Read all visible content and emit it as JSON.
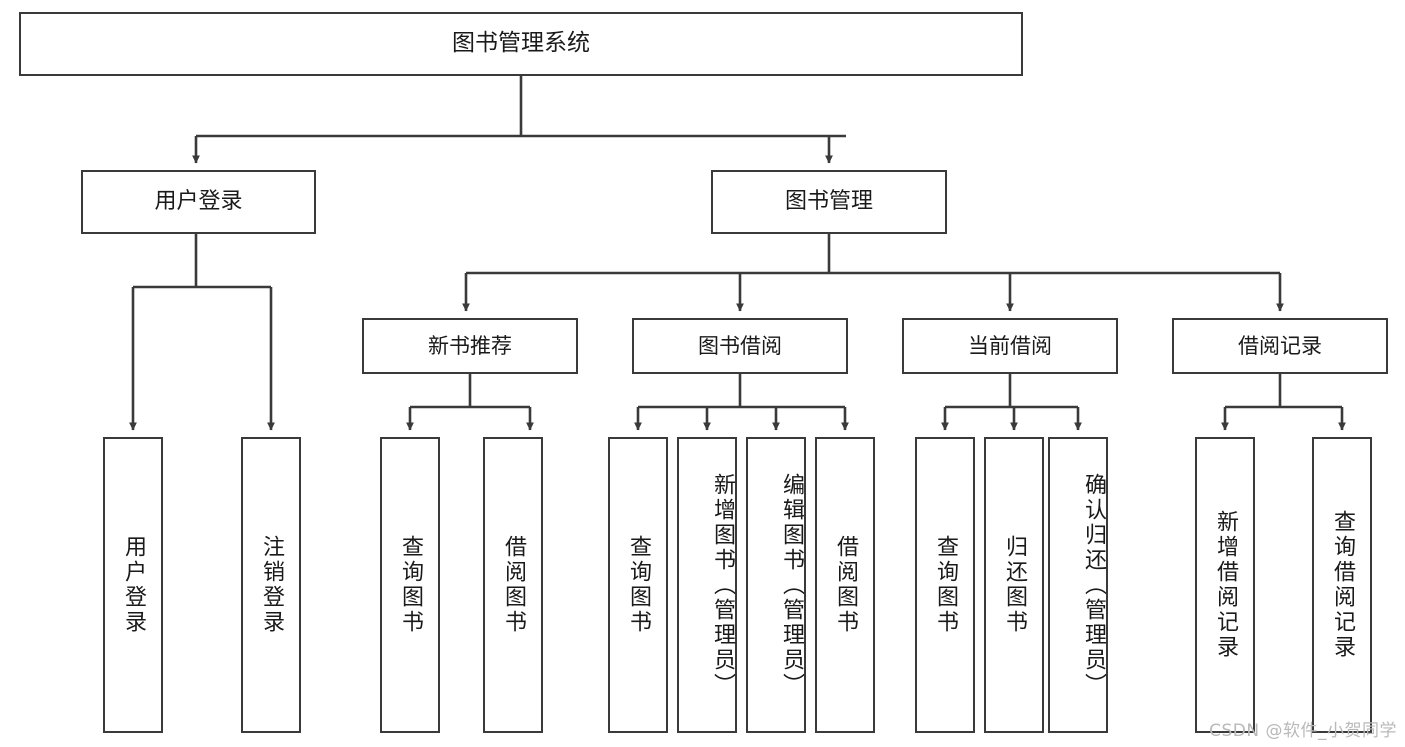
{
  "diagram": {
    "title": "图书管理系统",
    "watermark": "CSDN @软件_小贺同学",
    "stroke_color": "#3a3a3a",
    "background_color": "#ffffff",
    "text_color": "#1a1a1a",
    "watermark_color": "#b9b9b9"
  },
  "nodes": {
    "root": {
      "label": "图书管理系统"
    },
    "level2": [
      {
        "label": "用户登录"
      },
      {
        "label": "图书管理"
      }
    ],
    "level3": [
      {
        "label": "新书推荐"
      },
      {
        "label": "图书借阅"
      },
      {
        "label": "当前借阅"
      },
      {
        "label": "借阅记录"
      }
    ],
    "leaves": {
      "user_login": [
        {
          "label": "用户登录"
        },
        {
          "label": "注销登录"
        }
      ],
      "new_book_recommend": [
        {
          "label": "查询图书"
        },
        {
          "label": "借阅图书"
        }
      ],
      "book_borrow": [
        {
          "label": "查询图书"
        },
        {
          "label": "新增图书（管理员）"
        },
        {
          "label": "编辑图书（管理员）"
        },
        {
          "label": "借阅图书"
        }
      ],
      "current_borrow": [
        {
          "label": "查询图书"
        },
        {
          "label": "归还图书"
        },
        {
          "label": "确认归还（管理员）"
        }
      ],
      "borrow_records": [
        {
          "label": "新增借阅记录"
        },
        {
          "label": "查询借阅记录"
        }
      ]
    }
  }
}
